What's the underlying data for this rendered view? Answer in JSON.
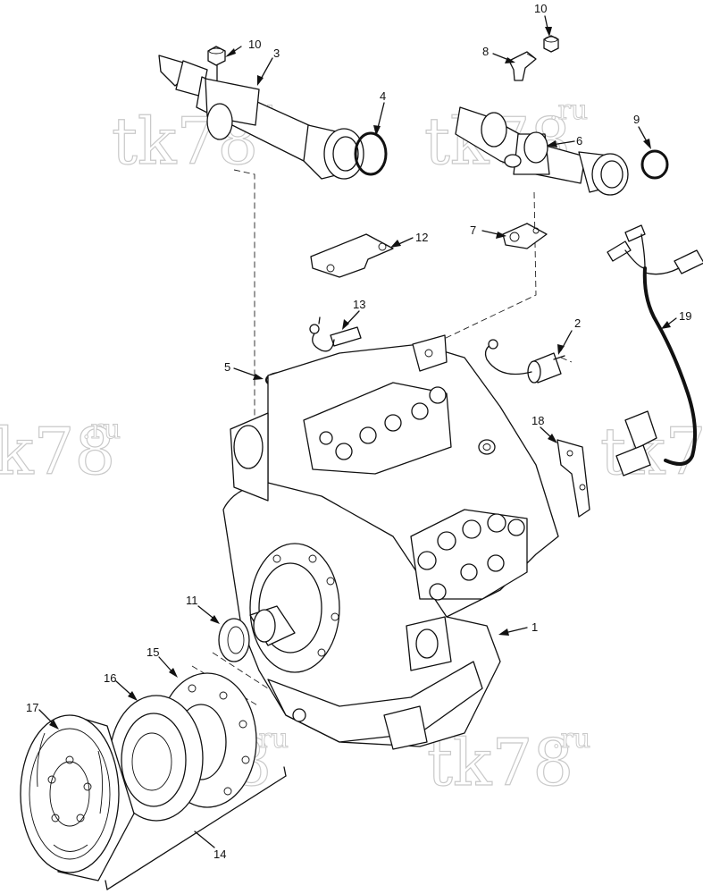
{
  "callouts": {
    "c1": "1",
    "c2": "2",
    "c3": "3",
    "c4": "4",
    "c5": "5",
    "c6": "6",
    "c7": "7",
    "c8": "8",
    "c9": "9",
    "c10a": "10",
    "c10b": "10",
    "c11": "11",
    "c12": "12",
    "c13": "13",
    "c14": "14",
    "c15": "15",
    "c16": "16",
    "c17": "17",
    "c18": "18",
    "c19": "19"
  },
  "watermark": {
    "main": "tk78",
    "suffix": ".ru",
    "main_left": "k78"
  }
}
